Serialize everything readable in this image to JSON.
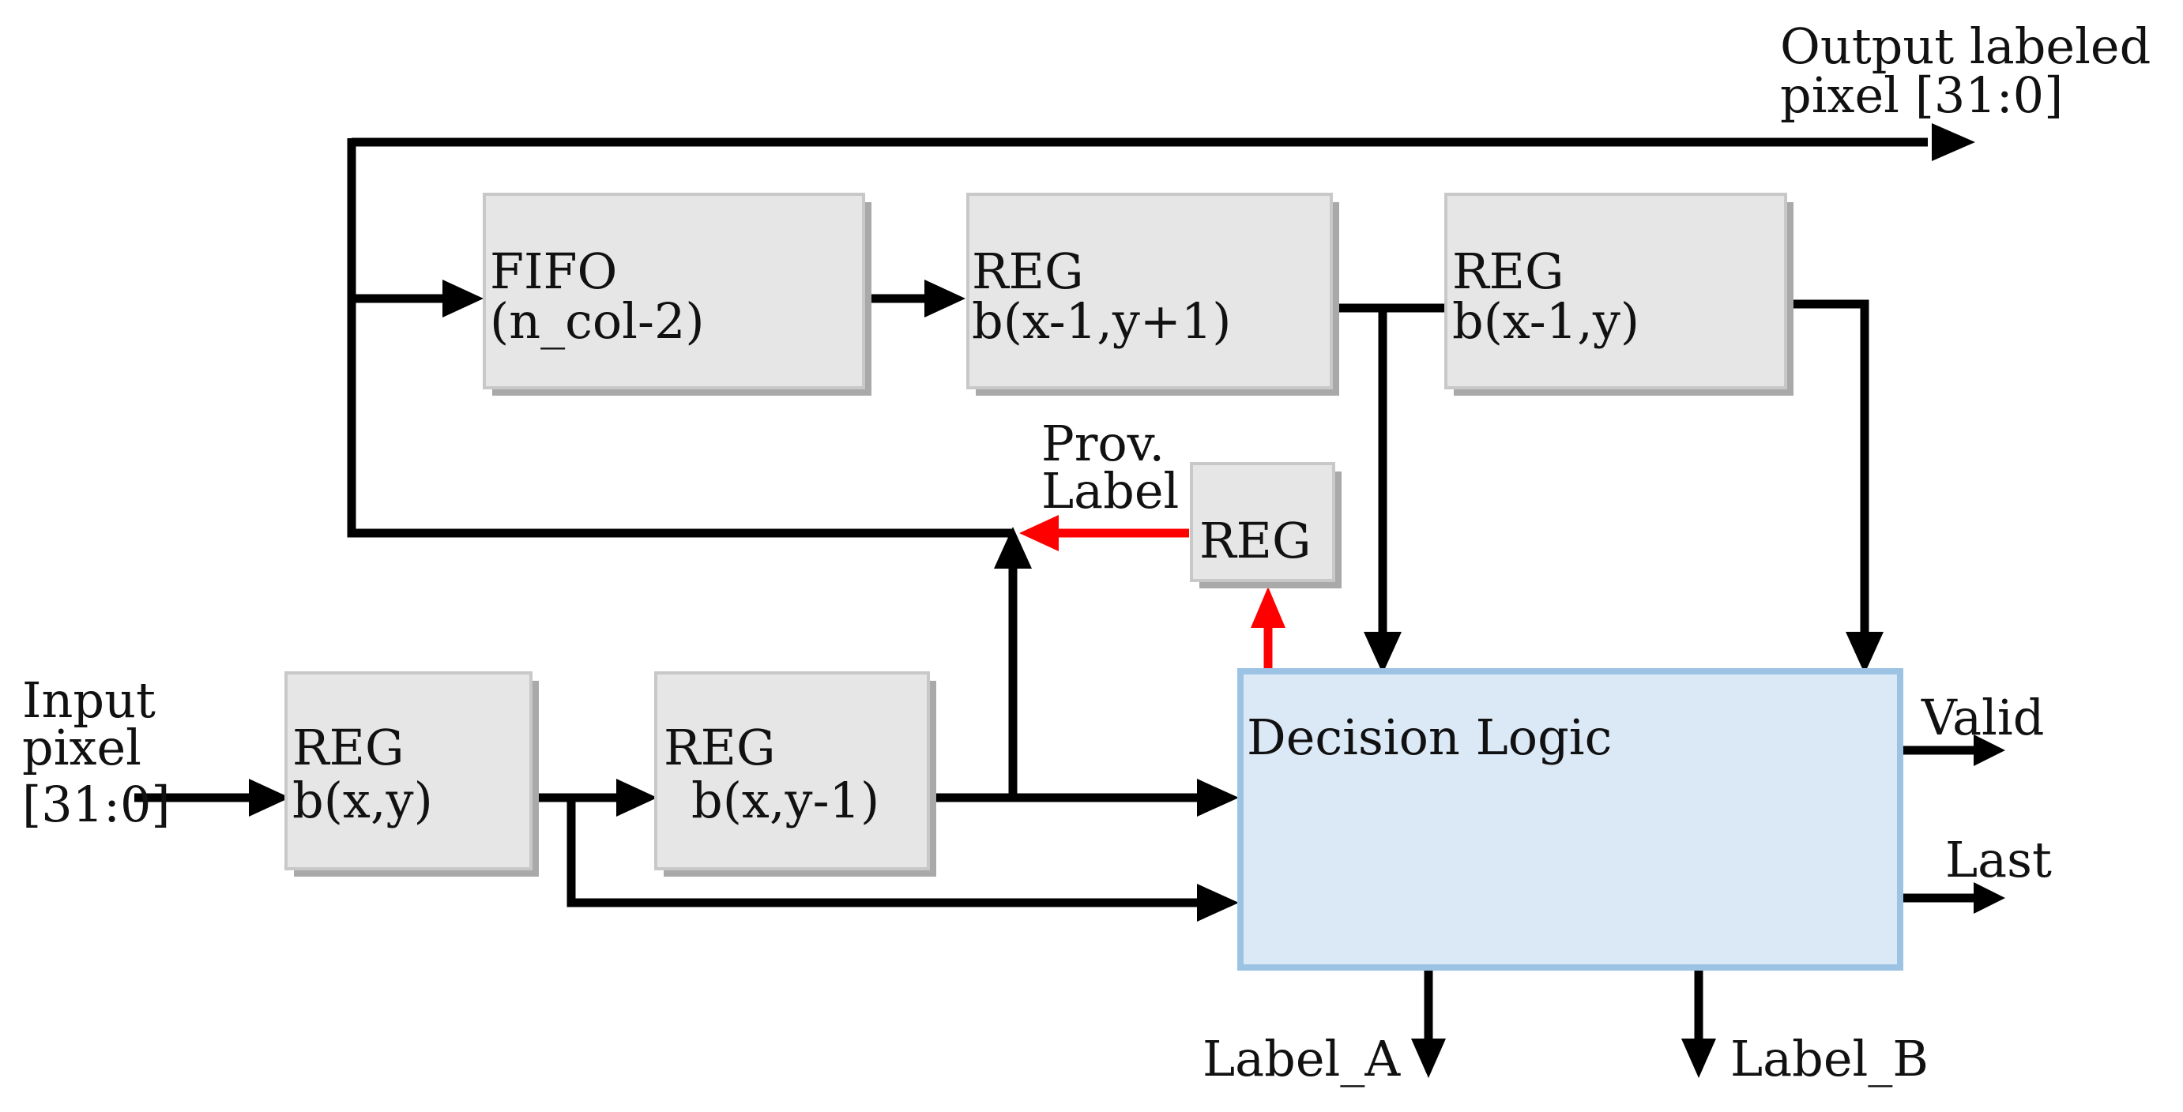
{
  "output": {
    "line1": "Output labeled",
    "line2": "pixel [31:0]"
  },
  "input": {
    "line1": "Input",
    "line2": "pixel",
    "line3": "[31:0]"
  },
  "blocks": {
    "fifo": {
      "line1": "FIFO",
      "line2": "(n_col-2)"
    },
    "reg_top1": {
      "line1": "REG",
      "line2": "b(x-1,y+1)"
    },
    "reg_top2": {
      "line1": "REG",
      "line2": "b(x-1,y)"
    },
    "reg_prov": {
      "line1": "REG"
    },
    "reg_bxy": {
      "line1": "REG",
      "line2": "b(x,y)"
    },
    "reg_bxy1": {
      "line1": "REG",
      "line2": "b(x,y-1)"
    },
    "decision": {
      "label": "Decision Logic"
    }
  },
  "prov_label": {
    "line1": "Prov.",
    "line2": "Label"
  },
  "outputs": {
    "valid": "Valid",
    "last": "Last",
    "label_a": "Label_A",
    "label_b": "Label_B"
  },
  "colors": {
    "block_fill": "#e6e6e6",
    "decision_fill": "#dbe9f7",
    "decision_border": "#9cc3e4",
    "wire": "#000000",
    "feedback_wire": "#ff0000"
  }
}
